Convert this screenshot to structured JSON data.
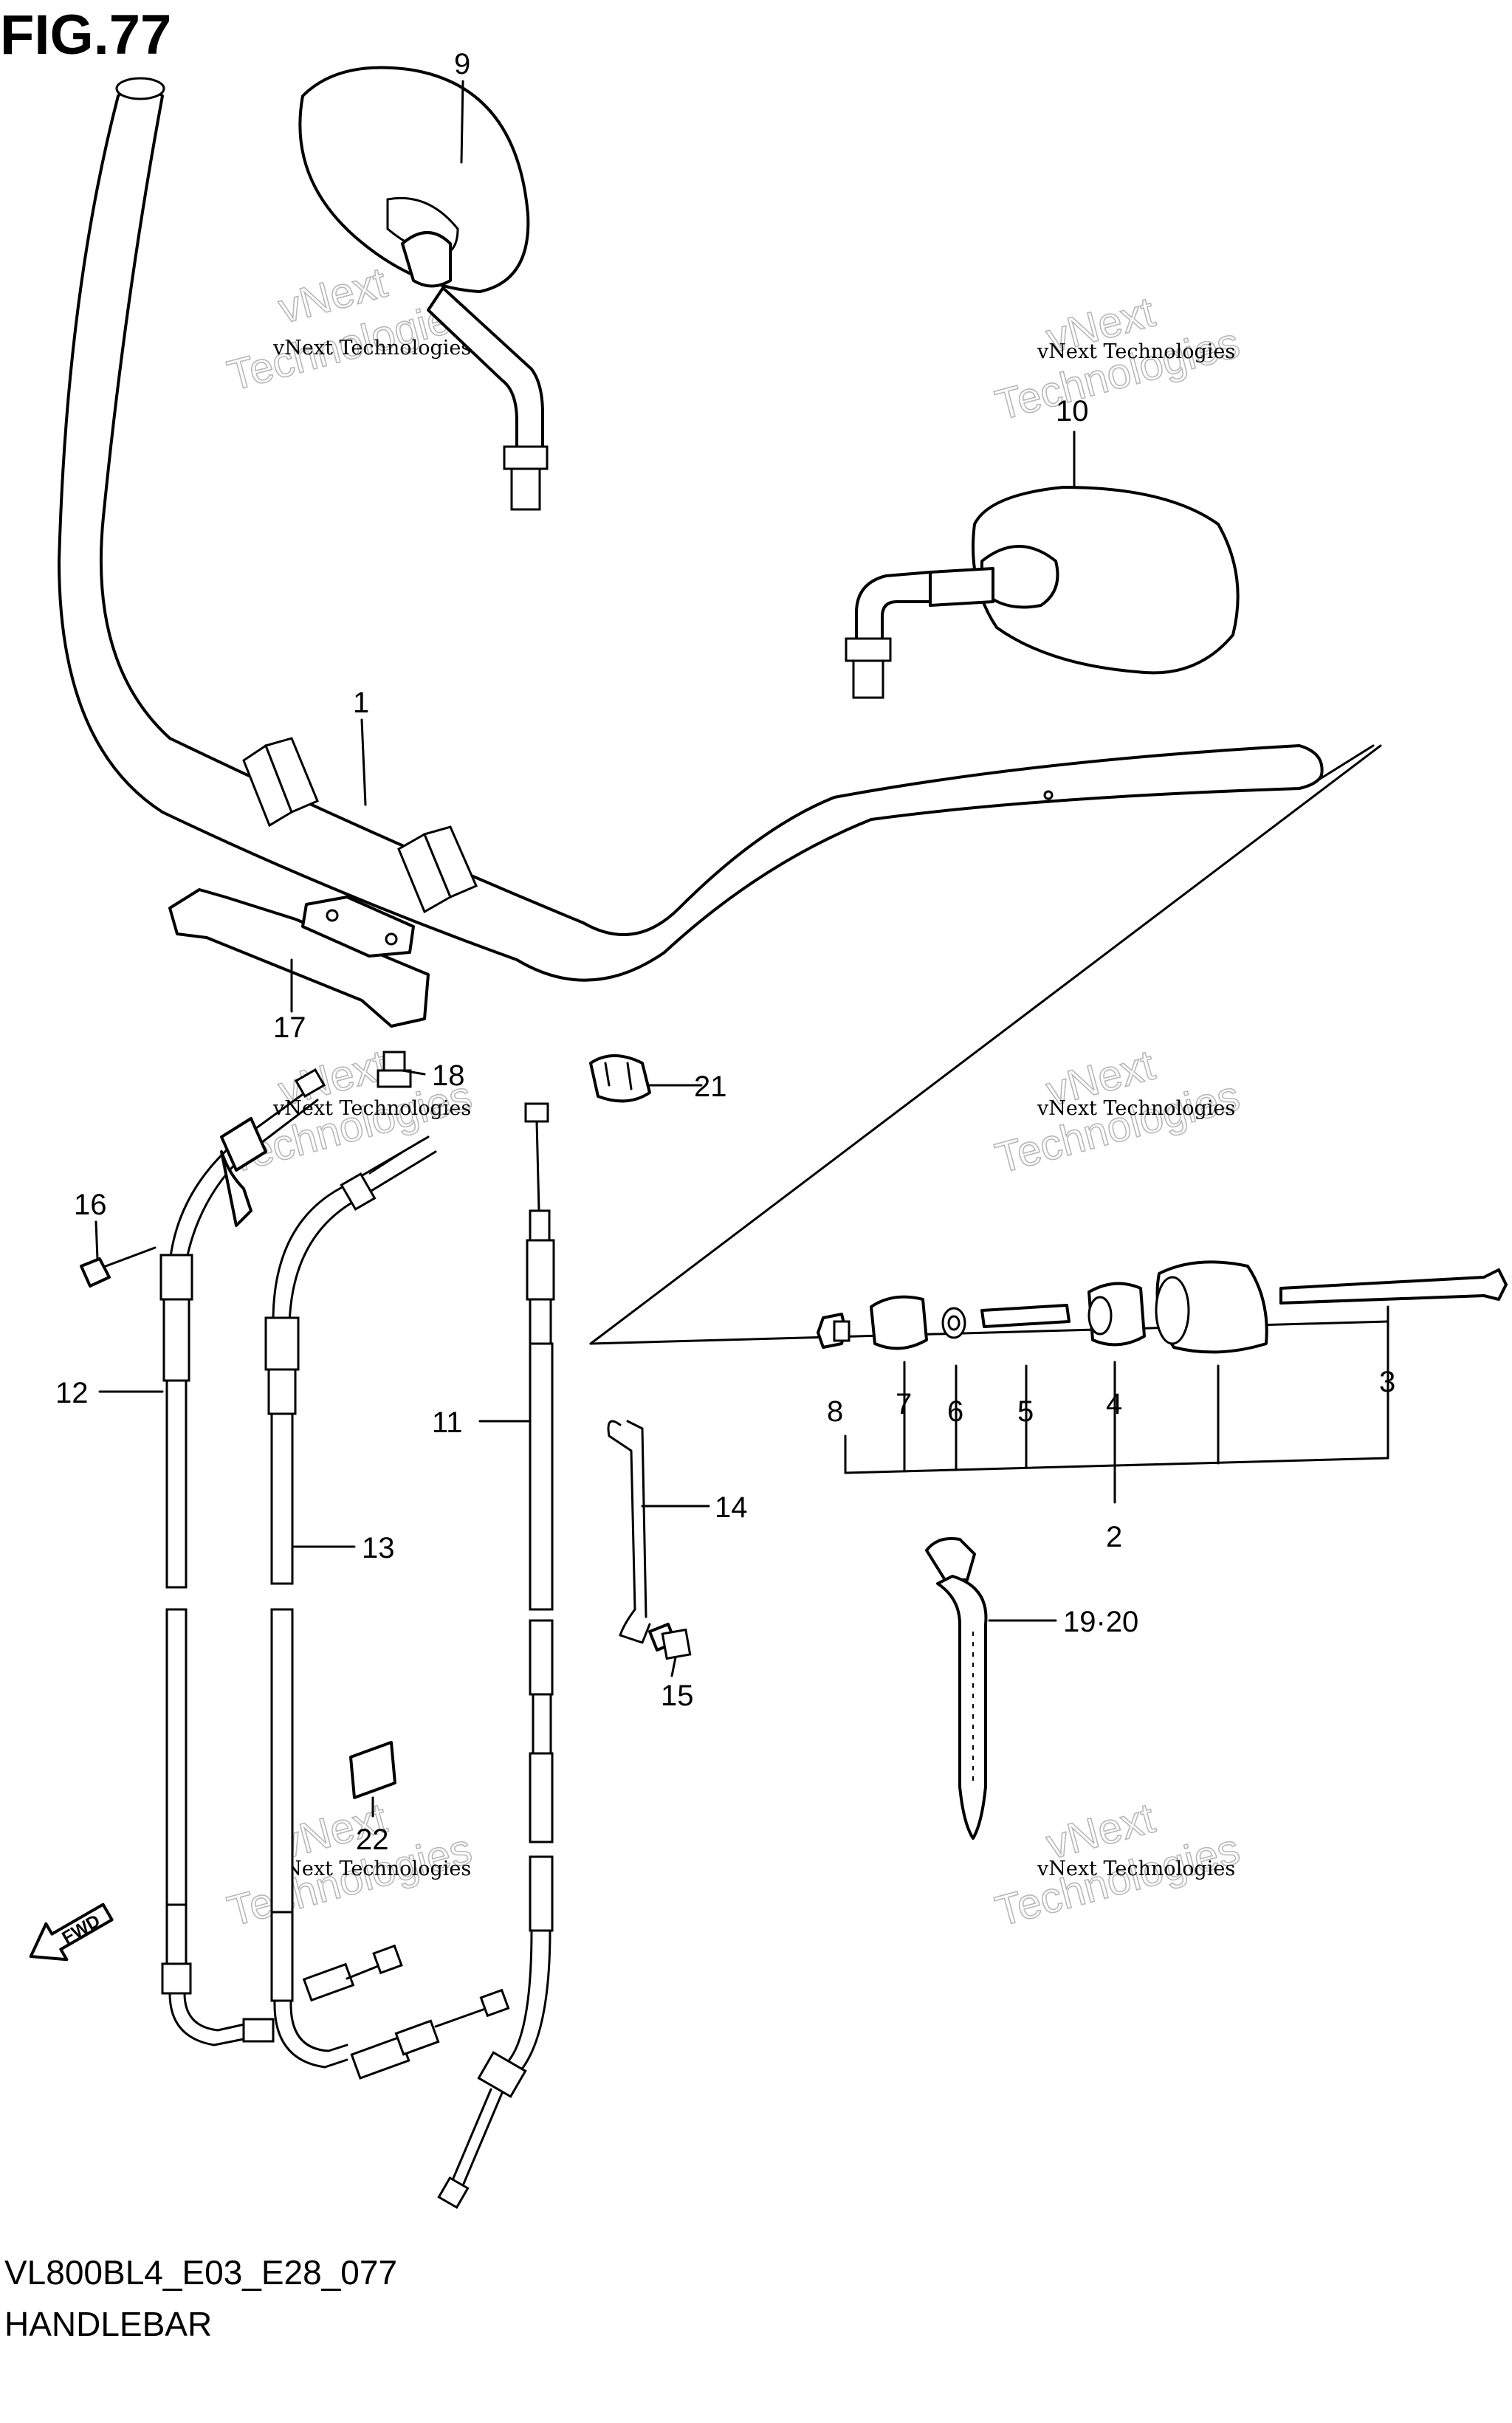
{
  "figure": {
    "title": "FIG.77",
    "drawing_code": "VL800BL4_E03_E28_077",
    "section_name": "HANDLEBAR"
  },
  "callouts": [
    "1",
    "2",
    "3",
    "4",
    "5",
    "6",
    "7",
    "8",
    "9",
    "10",
    "11",
    "12",
    "13",
    "14",
    "15",
    "16",
    "17",
    "18",
    "19·20",
    "21",
    "22"
  ],
  "watermark": {
    "small_text": "vNext Technologies",
    "outline_line1": "vNext",
    "outline_line2": "Technologies"
  },
  "fwd_label": "FWD"
}
